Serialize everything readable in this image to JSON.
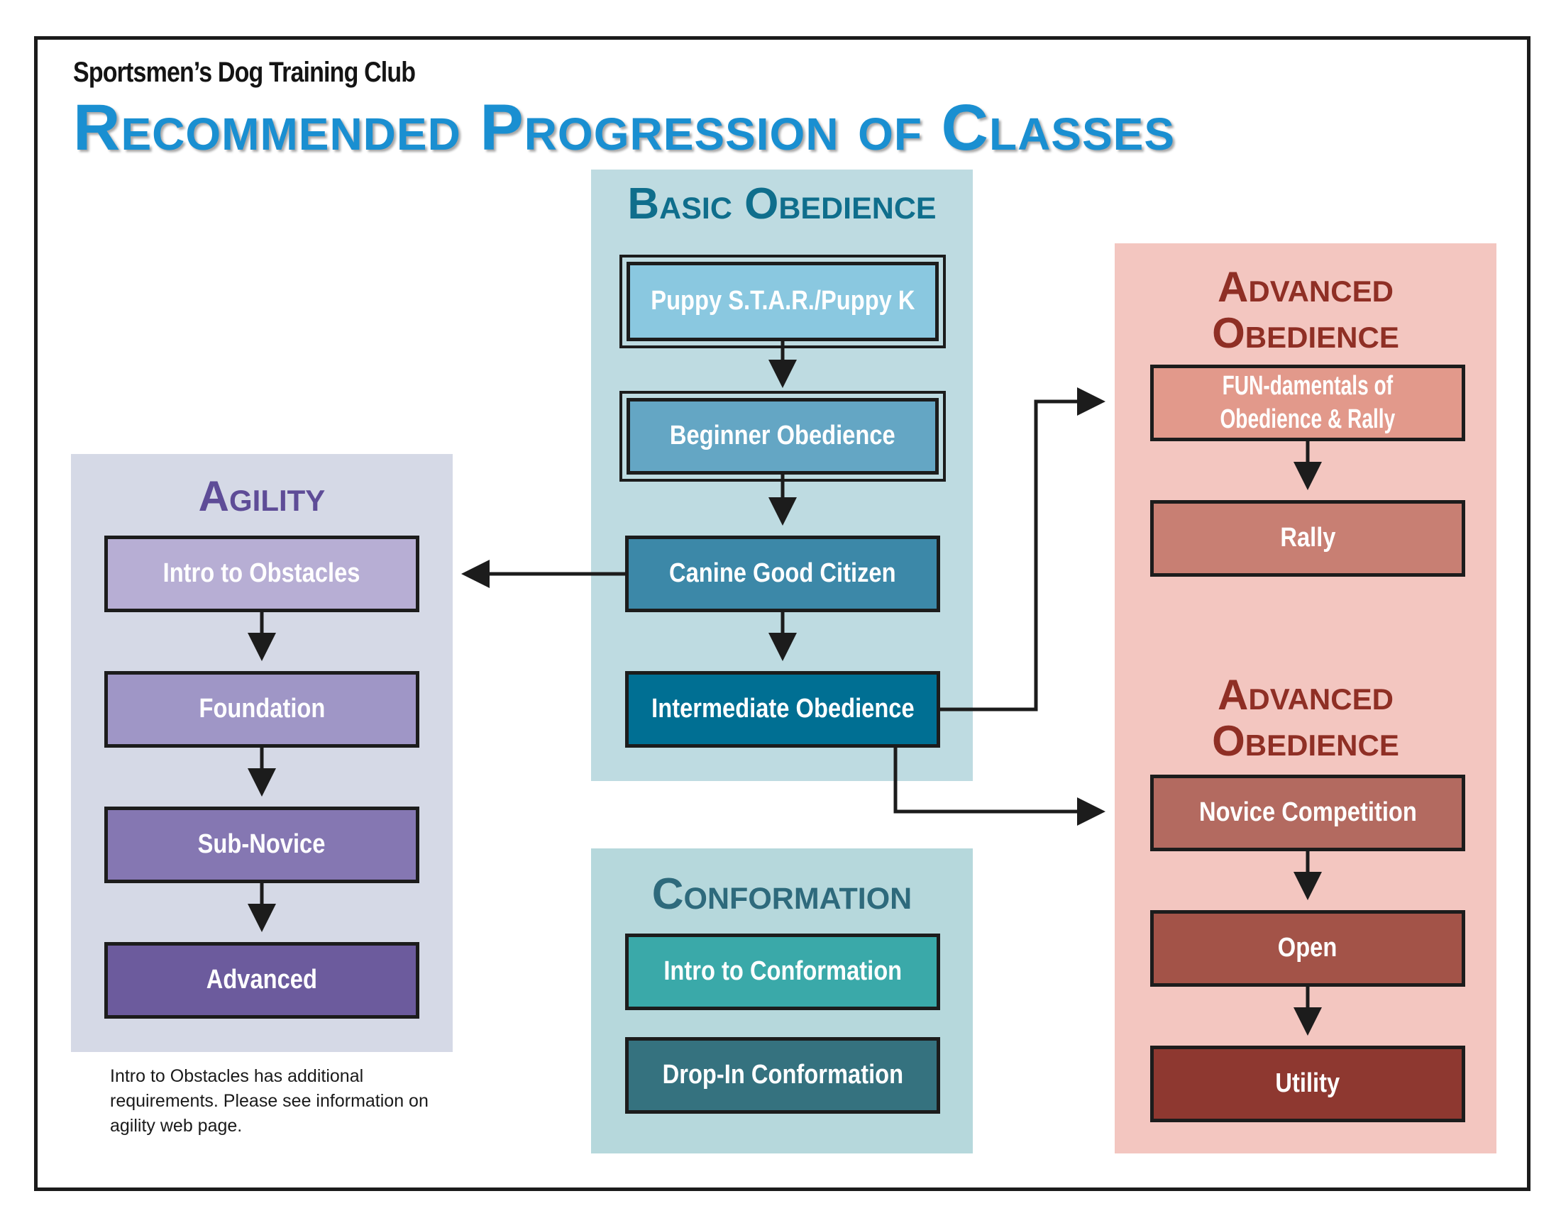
{
  "header": {
    "club_name": "Sportsmen’s Dog Training Club",
    "title": "Recommended Progression of Classes"
  },
  "basic_obedience": {
    "heading": "Basic Obedience",
    "classes": [
      "Puppy S.T.A.R./Puppy K",
      "Beginner Obedience",
      "Canine Good Citizen",
      "Intermediate Obedience"
    ]
  },
  "conformation": {
    "heading": "Conformation",
    "classes": [
      "Intro to Conformation",
      "Drop-In Conformation"
    ]
  },
  "agility": {
    "heading": "Agility",
    "classes": [
      "Intro to Obstacles",
      "Foundation",
      "Sub-Novice",
      "Advanced"
    ],
    "note": "Intro to Obstacles has additional requirements. Please see information on agility web page."
  },
  "advanced_obedience_rally": {
    "heading_line1": "Advanced",
    "heading_line2": "Obedience",
    "classes": [
      "FUN-damentals of",
      "Obedience & Rally",
      "Rally"
    ]
  },
  "advanced_obedience_competition": {
    "heading_line1": "Advanced",
    "heading_line2": "Obedience",
    "classes": [
      "Novice Competition",
      "Open",
      "Utility"
    ]
  },
  "colors": {
    "title_blue": "#1a8fd1",
    "basic_panel": "#bedbe1",
    "agility_panel": "#d5d9e6",
    "advanced_panel": "#f3c6c0",
    "conformation_panel": "#b6d8dc"
  }
}
